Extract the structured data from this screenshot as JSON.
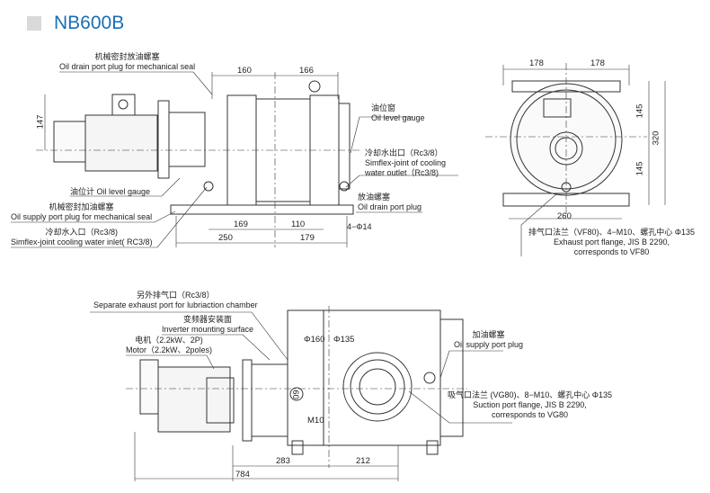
{
  "title": "NB600B",
  "top_view": {
    "labels": {
      "drain_seal_cn": "机械密封放油螺塞",
      "drain_seal_en": "Oil drain port plug for mechanical seal",
      "level_gauge_cn": "油位窗",
      "level_gauge_en": "Oil level gauge",
      "water_out_cn": "冷却水出口（Rc3/8）",
      "water_out_en1": "Simflex-joint of cooling",
      "water_out_en2": "water outlet（Rc3/8)",
      "level_gauge2": "油位计 Oil level gauge",
      "supply_seal_cn": "机械密封加油螺塞",
      "supply_seal_en": "Oil supply port plug for mechanical seal",
      "drain_cn": "放油螺塞",
      "drain_en": "Oil drain port plug",
      "water_in_cn": "冷却水入口（Rc3/8)",
      "water_in_en": "Simflex-joint cooling water inlet( RC3/8)",
      "holes": "4−Φ14"
    },
    "dims": {
      "d160": "160",
      "d166": "166",
      "d147": "147",
      "d169": "169",
      "d110": "110",
      "d250": "250",
      "d179": "179"
    }
  },
  "side_view": {
    "dims": {
      "w178a": "178",
      "w178b": "178",
      "h145a": "145",
      "h320": "320",
      "h145b": "145",
      "w260": "260"
    },
    "labels": {
      "exhaust_cn": "排气口法兰（VF80)、4−M10、螺孔中心 Φ135",
      "exhaust_en1": "Exhaust port flange, JIS B 2290,",
      "exhaust_en2": "corresponds to VF80"
    }
  },
  "bottom_view": {
    "labels": {
      "sep_cn": "另外排气口（Rc3/8）",
      "sep_en": "Separate exhaust port for lubriaction chamber",
      "inv_cn": "变频器安装面",
      "inv_en": "Inverter mounting surface",
      "motor_cn": "电机（2.2kW、2P)",
      "motor_en": "Motor（2.2kW、2poles)",
      "supply_cn": "加油螺塞",
      "supply_en": "Oil supply port plug",
      "suction_cn": "吸气口法兰 (VG80)、8−M10、螺孔中心 Φ135",
      "suction_en1": "Suction port flange, JIS B 2290,",
      "suction_en2": "corresponds to VG80"
    },
    "dims": {
      "phi160": "Φ160",
      "phi135": "Φ135",
      "m10": "M10",
      "d60": "60",
      "d283": "283",
      "d212": "212",
      "d784": "784"
    }
  }
}
